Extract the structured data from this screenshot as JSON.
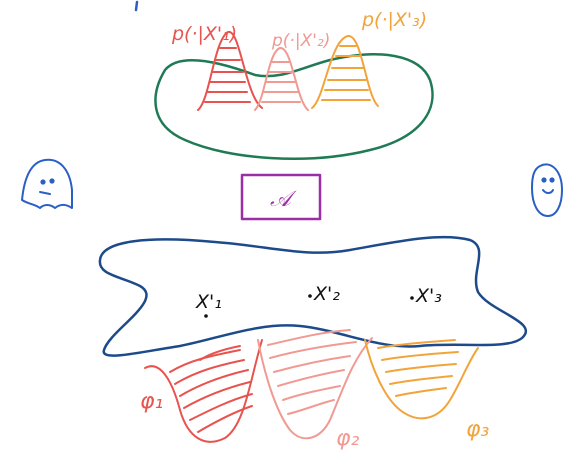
{
  "colors": {
    "red": "#e8534f",
    "pink": "#f19a93",
    "orange": "#f2a43a",
    "green": "#1f7a55",
    "navy": "#1d4a8a",
    "purple": "#9b2ea6",
    "blue_ink": "#2a5fc4"
  },
  "top": {
    "label_1": "p(·|X'₁)",
    "label_2": "p(·|X'₂)",
    "label_3": "p(·|X'₃)"
  },
  "middle": {
    "box_symbol": "𝒜",
    "left_figure_icon": "hand-drawn-ghost-icon",
    "right_figure_icon": "hand-drawn-face-icon"
  },
  "bottom": {
    "point_1": "X'₁",
    "point_2": "X'₂",
    "point_3": "X'₃",
    "phi_1": "φ₁",
    "phi_2": "φ₂",
    "phi_3": "φ₃"
  }
}
